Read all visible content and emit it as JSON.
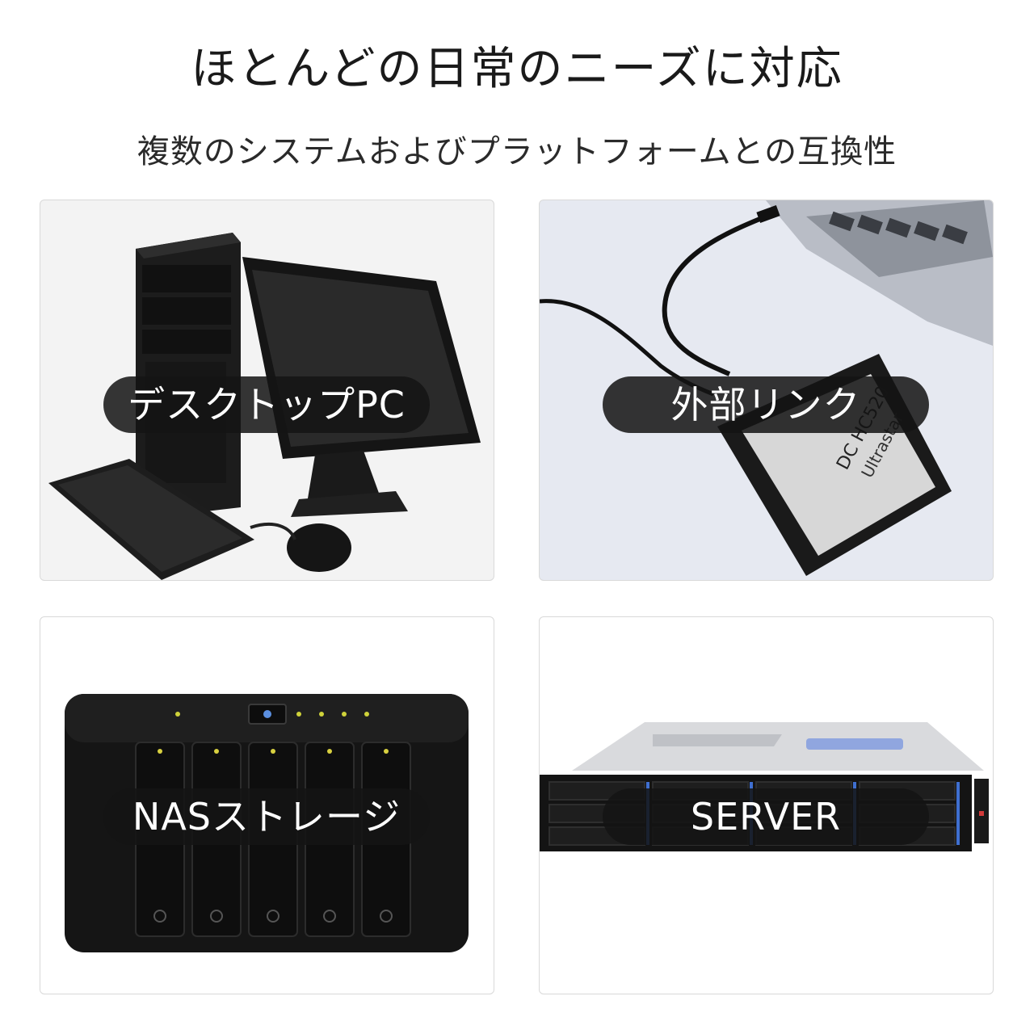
{
  "header": {
    "title": "ほとんどの日常のニーズに対応",
    "subtitle": "複数のシステムおよびプラットフォームとの互換性"
  },
  "cards": [
    {
      "label": "デスクトップPC",
      "icon": "desktop-pc"
    },
    {
      "label": "外部リンク",
      "icon": "external-drive"
    },
    {
      "label": "NASストレージ",
      "icon": "nas"
    },
    {
      "label": "SERVER",
      "icon": "rack-server"
    }
  ],
  "drive_label": {
    "model": "DC HC520",
    "brand": "Ultrastar"
  }
}
